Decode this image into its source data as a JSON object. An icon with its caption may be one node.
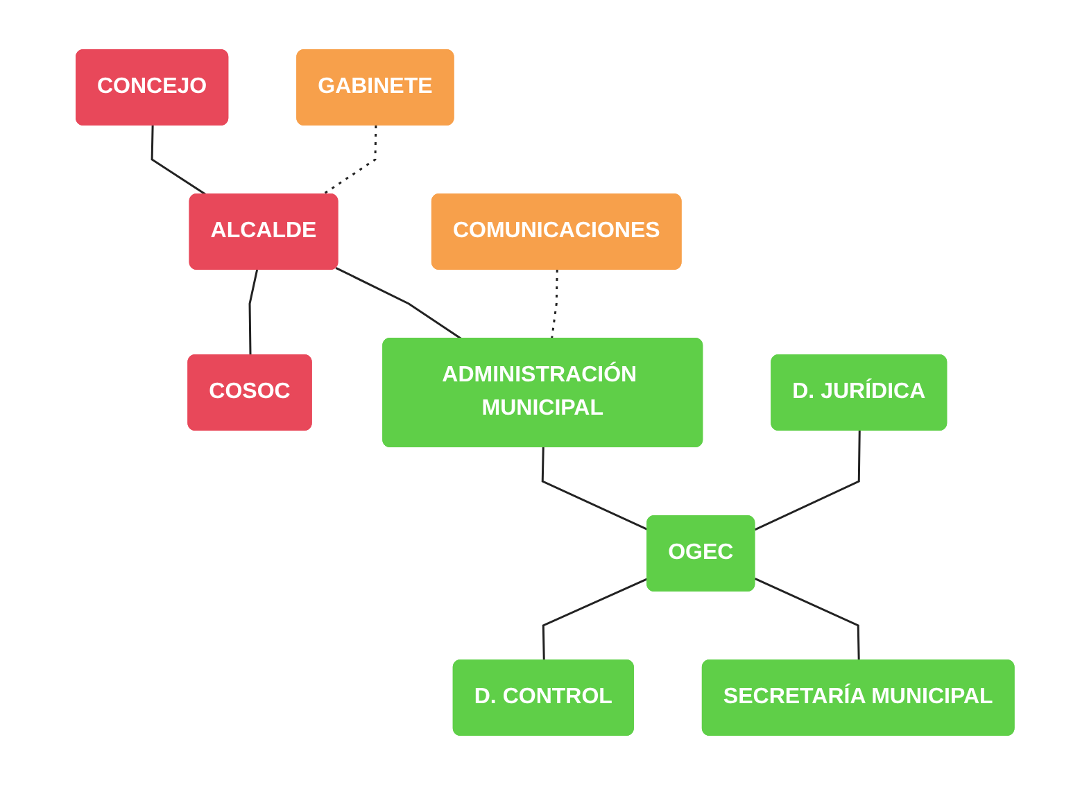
{
  "diagram": {
    "nodes": [
      {
        "text": [
          "CONCEJO"
        ]
      },
      {
        "text": [
          "ALCALDE"
        ]
      },
      {
        "text": [
          "COSOC"
        ]
      },
      {
        "text": [
          "GABINETE"
        ]
      },
      {
        "text": [
          "COMUNICACIONES"
        ]
      },
      {
        "text": [
          "ADMINISTRACIÓN MUNICIPAL"
        ]
      },
      {
        "text": [
          "D. JURÍDICA"
        ]
      },
      {
        "text": [
          "OGEC"
        ]
      },
      {
        "text": [
          "D. CONTROL"
        ]
      },
      {
        "text": [
          "SECRETARÍA MUNICIPAL"
        ]
      }
    ],
    "edges": [
      {
        "from": 0,
        "to": 1,
        "arrow": "none"
      },
      {
        "from": 1,
        "to": 2,
        "arrow": "none"
      },
      {
        "from": 1,
        "to": 5,
        "arrow": "none"
      },
      {
        "from": 3,
        "to": 1,
        "arrow": "none",
        "style": "dashed"
      },
      {
        "from": 4,
        "to": 5,
        "arrow": "none",
        "style": "dashed"
      },
      {
        "from": 5,
        "to": 7,
        "arrow": "none"
      },
      {
        "from": 6,
        "to": 7,
        "arrow": "none"
      },
      {
        "from": 7,
        "to": 8,
        "arrow": "none"
      },
      {
        "from": 7,
        "to": 9,
        "arrow": "none"
      }
    ]
  }
}
